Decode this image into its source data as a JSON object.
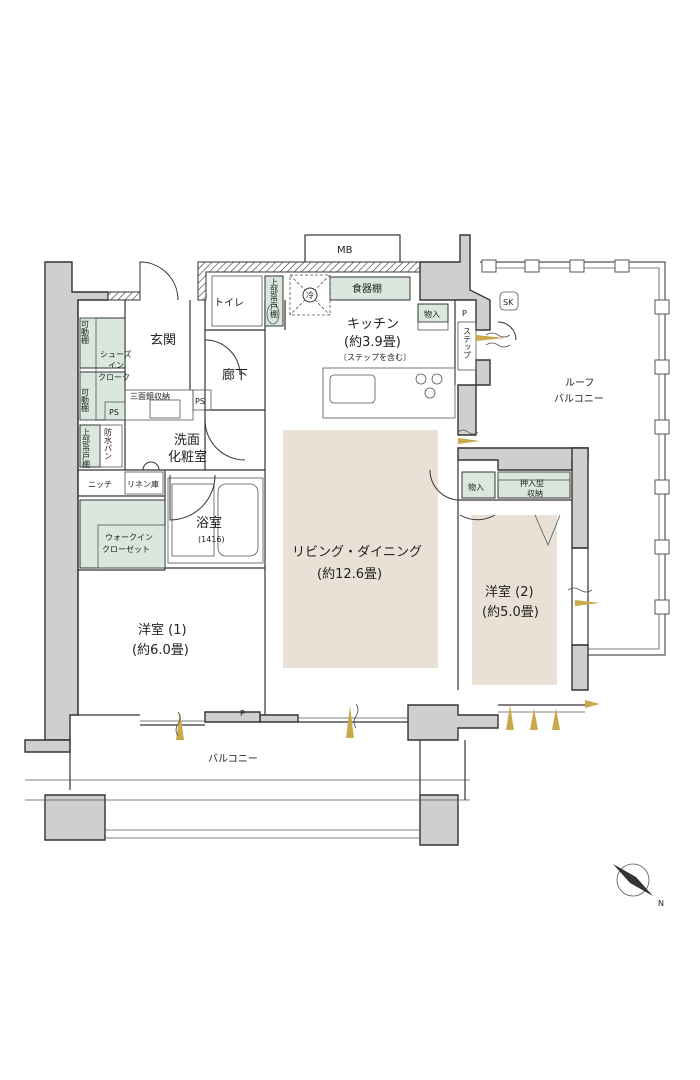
{
  "rooms": {
    "mb": "MB",
    "toilet": "トイレ",
    "upper_cabinet_toilet": "上部吊戸棚",
    "cold": "冷",
    "cupboard": "食器棚",
    "kitchen_name": "キッチン",
    "kitchen_size": "(約3.9畳)",
    "kitchen_note": "〔ステップを含む〕",
    "storage1": "物入",
    "p1": "P",
    "step": "ステップ",
    "sk": "SK",
    "roof_balcony_1": "ルーフ",
    "roof_balcony_2": "バルコニー",
    "entrance": "玄関",
    "hallway": "廊下",
    "movable_shelf_1": "可動棚",
    "shoes_in_closet_1": "シューズ",
    "shoes_in_closet_2": "イン",
    "shoes_in_closet_3": "クローク",
    "movable_shelf_2": "可動棚",
    "mirror_storage": "三面鏡収納",
    "ps1": "PS",
    "ps2": "PS",
    "upper_cabinet_wash": "上部吊戸棚",
    "waterproof_pan": "防水パン",
    "washroom_1": "洗面",
    "washroom_2": "化粧室",
    "niche": "ニッチ",
    "linen": "リネン庫",
    "bath_name": "浴室",
    "bath_size": "(1416)",
    "living_name": "リビング・ダイニング",
    "living_size": "(約12.6畳)",
    "storage2": "物入",
    "oshiire_1": "押入型",
    "oshiire_2": "収納",
    "walkin_1": "ウォークイン",
    "walkin_2": "クローゼット",
    "western1_name": "洋室 (1)",
    "western1_size": "(約6.0畳)",
    "western2_name": "洋室 (2)",
    "western2_size": "(約5.0畳)",
    "p2": "P",
    "balcony": "バルコニー",
    "compass_n": "N"
  },
  "colors": {
    "room_fill": "#e9e0d6",
    "storage_fill": "#d9e7dc",
    "wall": "#cfcfcf",
    "window_accent": "#c9a94a",
    "air_accent": "#6fa8d6"
  }
}
